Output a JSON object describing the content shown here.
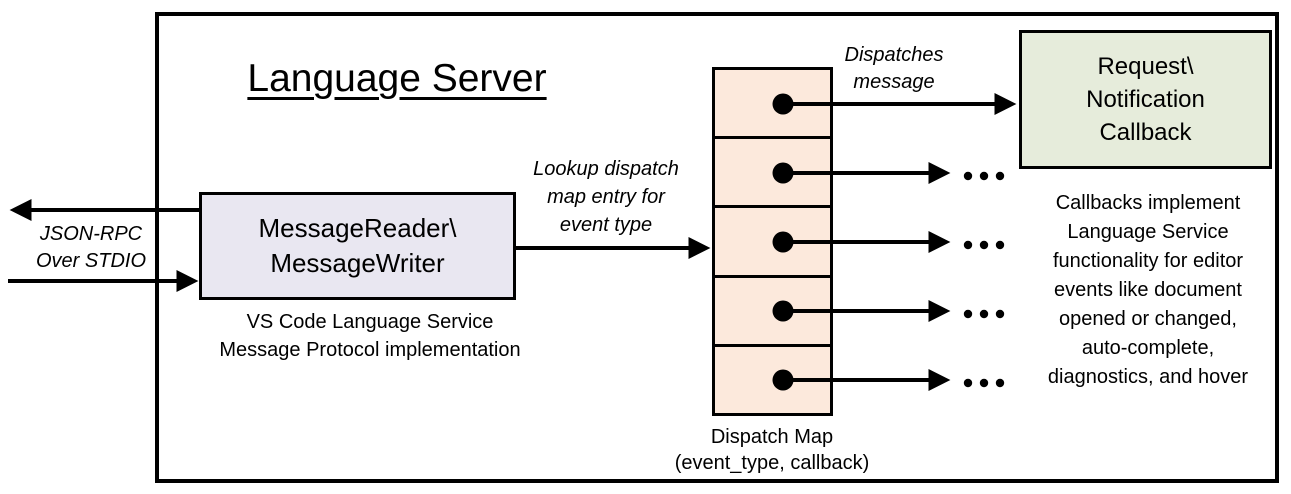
{
  "title": "Language Server",
  "stdio": {
    "label": "JSON-RPC\nOver STDIO"
  },
  "reader": {
    "name": "MessageReader\\\nMessageWriter",
    "caption": "VS Code Language Service\nMessage Protocol implementation"
  },
  "lookup_label": "Lookup dispatch\nmap entry for\nevent type",
  "dispatch_label": "Dispatches\nmessage",
  "callback": {
    "name": "Request\\\nNotification\nCallback",
    "note": "Callbacks implement\nLanguage Service\nfunctionality for editor\nevents like document\nopened or changed,\nauto-complete,\ndiagnostics, and hover"
  },
  "map": {
    "caption": "Dispatch Map\n(event_type, callback)",
    "rows": 5
  },
  "ellipsis": "...",
  "colors": {
    "reader_fill": "#e9e7f1",
    "map_fill": "#fce9dc",
    "callback_fill": "#e6ecdb",
    "line": "#000000"
  }
}
